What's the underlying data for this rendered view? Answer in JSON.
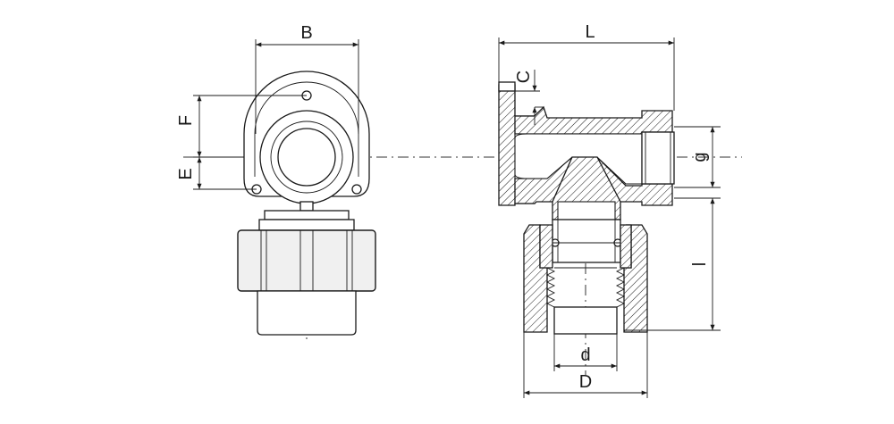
{
  "diagram": {
    "dimensions": {
      "B": "B",
      "F": "F",
      "E": "E",
      "L": "L",
      "C": "C",
      "g": "g",
      "l": "l",
      "d": "d",
      "D": "D"
    }
  }
}
